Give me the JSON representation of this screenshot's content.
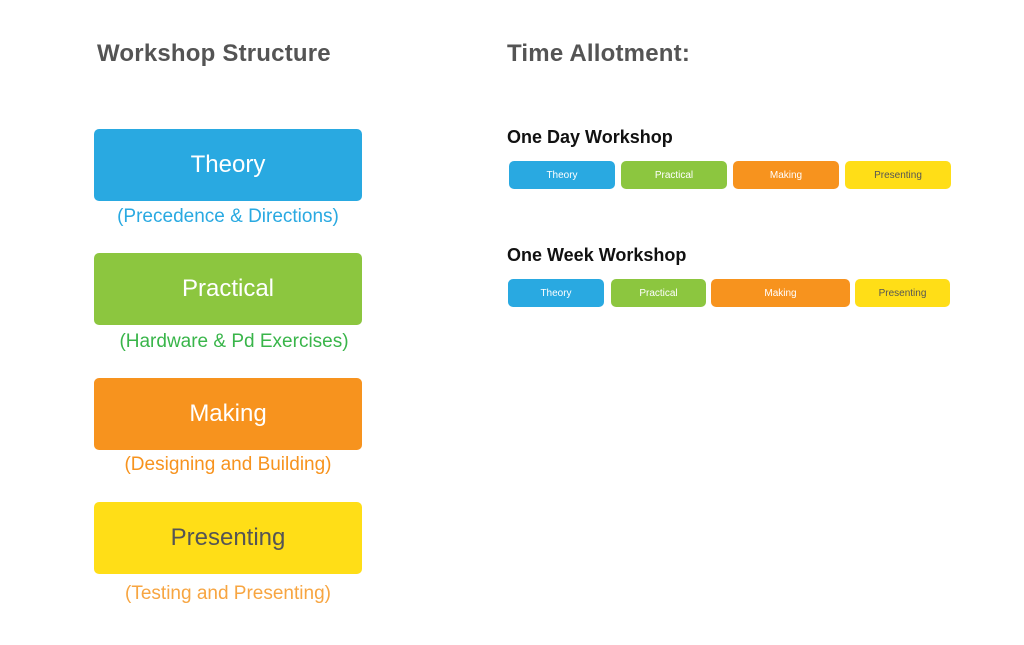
{
  "left_heading": "Workshop Structure",
  "right_heading": "Time Allotment:",
  "stages": [
    {
      "label": "Theory",
      "caption": "(Precedence & Directions)",
      "color": "#29A9E1",
      "caption_color": "#29A9E1",
      "label_color": "#ffffff"
    },
    {
      "label": "Practical",
      "caption": "(Hardware & Pd Exercises)",
      "color": "#8CC63F",
      "caption_color": "#39B54A",
      "label_color": "#ffffff"
    },
    {
      "label": "Making",
      "caption": "(Designing and Building)",
      "color": "#F7931E",
      "caption_color": "#F7931E",
      "label_color": "#ffffff"
    },
    {
      "label": "Presenting",
      "caption": "(Testing and Presenting)",
      "color": "#FFDE17",
      "caption_color": "#F7A541",
      "label_color": "#555555"
    }
  ],
  "plans": [
    {
      "title": "One Day Workshop",
      "segments": [
        {
          "label": "Theory",
          "share": 1
        },
        {
          "label": "Practical",
          "share": 1
        },
        {
          "label": "Making",
          "share": 1
        },
        {
          "label": "Presenting",
          "share": 1
        }
      ]
    },
    {
      "title": "One Week Workshop",
      "segments": [
        {
          "label": "Theory",
          "share": 1
        },
        {
          "label": "Practical",
          "share": 1
        },
        {
          "label": "Making",
          "share": 1.5
        },
        {
          "label": "Presenting",
          "share": 1
        }
      ]
    }
  ]
}
